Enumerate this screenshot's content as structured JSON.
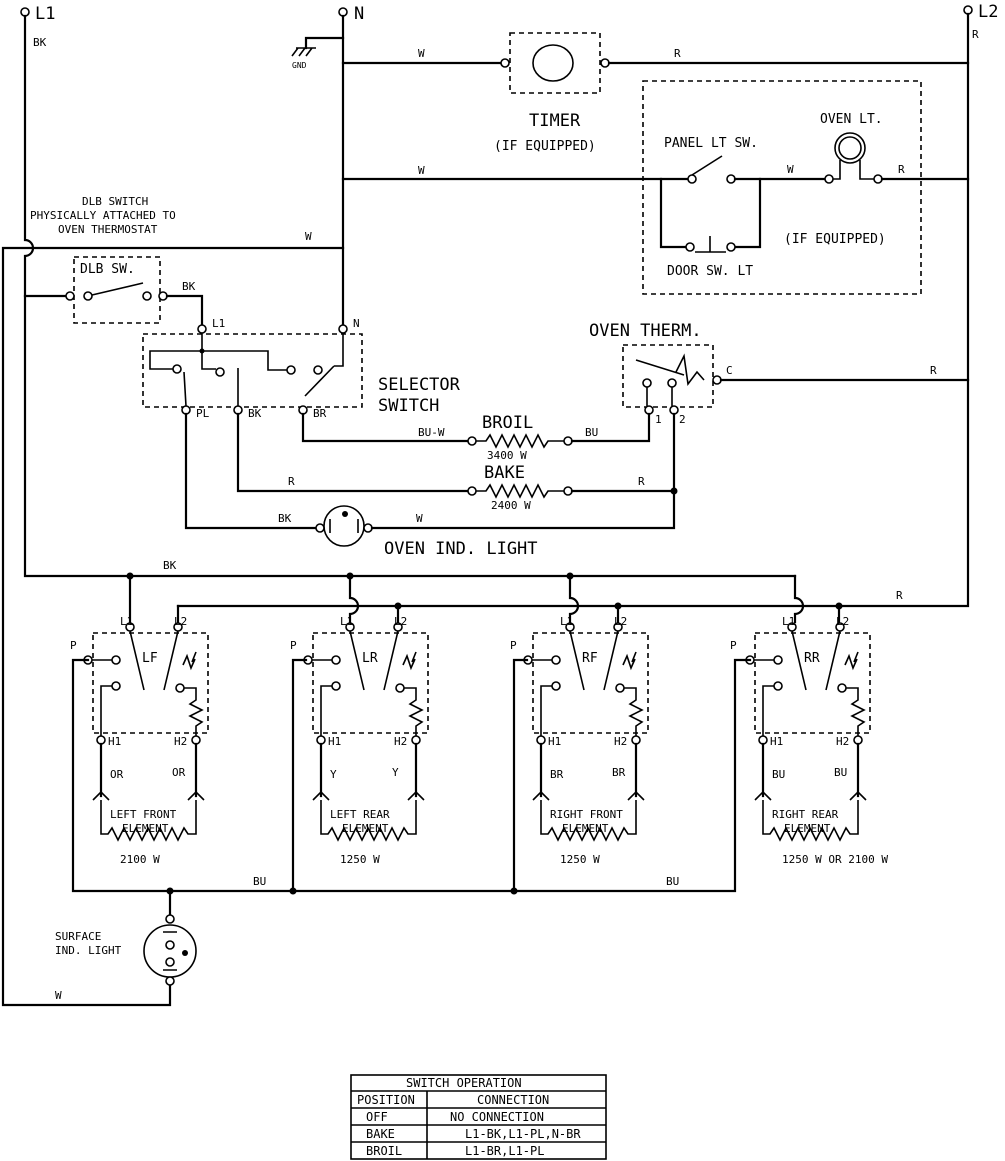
{
  "lines": {
    "l1": "L1",
    "n": "N",
    "l2": "L2",
    "gnd": "GND"
  },
  "wires": {
    "bk": "BK",
    "w": "W",
    "r": "R",
    "bu": "BU",
    "bu_w": "BU-W",
    "or": "OR",
    "y": "Y",
    "br": "BR"
  },
  "timer": {
    "title": "TIMER",
    "note": "(IF EQUIPPED)"
  },
  "lamp_box": {
    "panel": "PANEL LT SW.",
    "oven_lt": "OVEN LT.",
    "door": "DOOR SW. LT",
    "note": "(IF EQUIPPED)"
  },
  "dlb": {
    "line1": "DLB SWITCH",
    "line2": "PHYSICALLY ATTACHED TO",
    "line3": "OVEN THERMOSTAT",
    "box": "DLB SW."
  },
  "selector": {
    "line1": "SELECTOR",
    "line2": "SWITCH",
    "t_l1": "L1",
    "t_n": "N",
    "t_pl": "PL",
    "t_bk": "BK",
    "t_br": "BR"
  },
  "therm": {
    "title": "OVEN THERM.",
    "c": "C",
    "t1": "1",
    "t2": "2"
  },
  "broil": {
    "name": "BROIL",
    "watts": "3400 W"
  },
  "bake": {
    "name": "BAKE",
    "watts": "2400 W"
  },
  "oven_ind": "OVEN IND. LIGHT",
  "surface_ind": {
    "line1": "SURFACE",
    "line2": "IND. LIGHT"
  },
  "units": [
    {
      "id": "LF",
      "e1": "LEFT FRONT",
      "e2": "ELEMENT",
      "watts": "2100 W",
      "c": "OR"
    },
    {
      "id": "LR",
      "e1": "LEFT REAR",
      "e2": "ELEMENT",
      "watts": "1250 W",
      "c": "Y"
    },
    {
      "id": "RF",
      "e1": "RIGHT FRONT",
      "e2": "ELEMENT",
      "watts": "1250 W",
      "c": "BR"
    },
    {
      "id": "RR",
      "e1": "RIGHT REAR",
      "e2": "ELEMENT",
      "watts": "1250 W OR 2100 W",
      "c": "BU"
    }
  ],
  "unit_terms": {
    "p": "P",
    "l1": "L1",
    "l2": "L2",
    "h1": "H1",
    "h2": "H2"
  },
  "switch_table": {
    "title": "SWITCH OPERATION",
    "headers": [
      "POSITION",
      "CONNECTION"
    ],
    "rows": [
      [
        "OFF",
        "NO CONNECTION"
      ],
      [
        "BAKE",
        "L1-BK,L1-PL,N-BR"
      ],
      [
        "BROIL",
        "L1-BR,L1-PL"
      ]
    ]
  }
}
